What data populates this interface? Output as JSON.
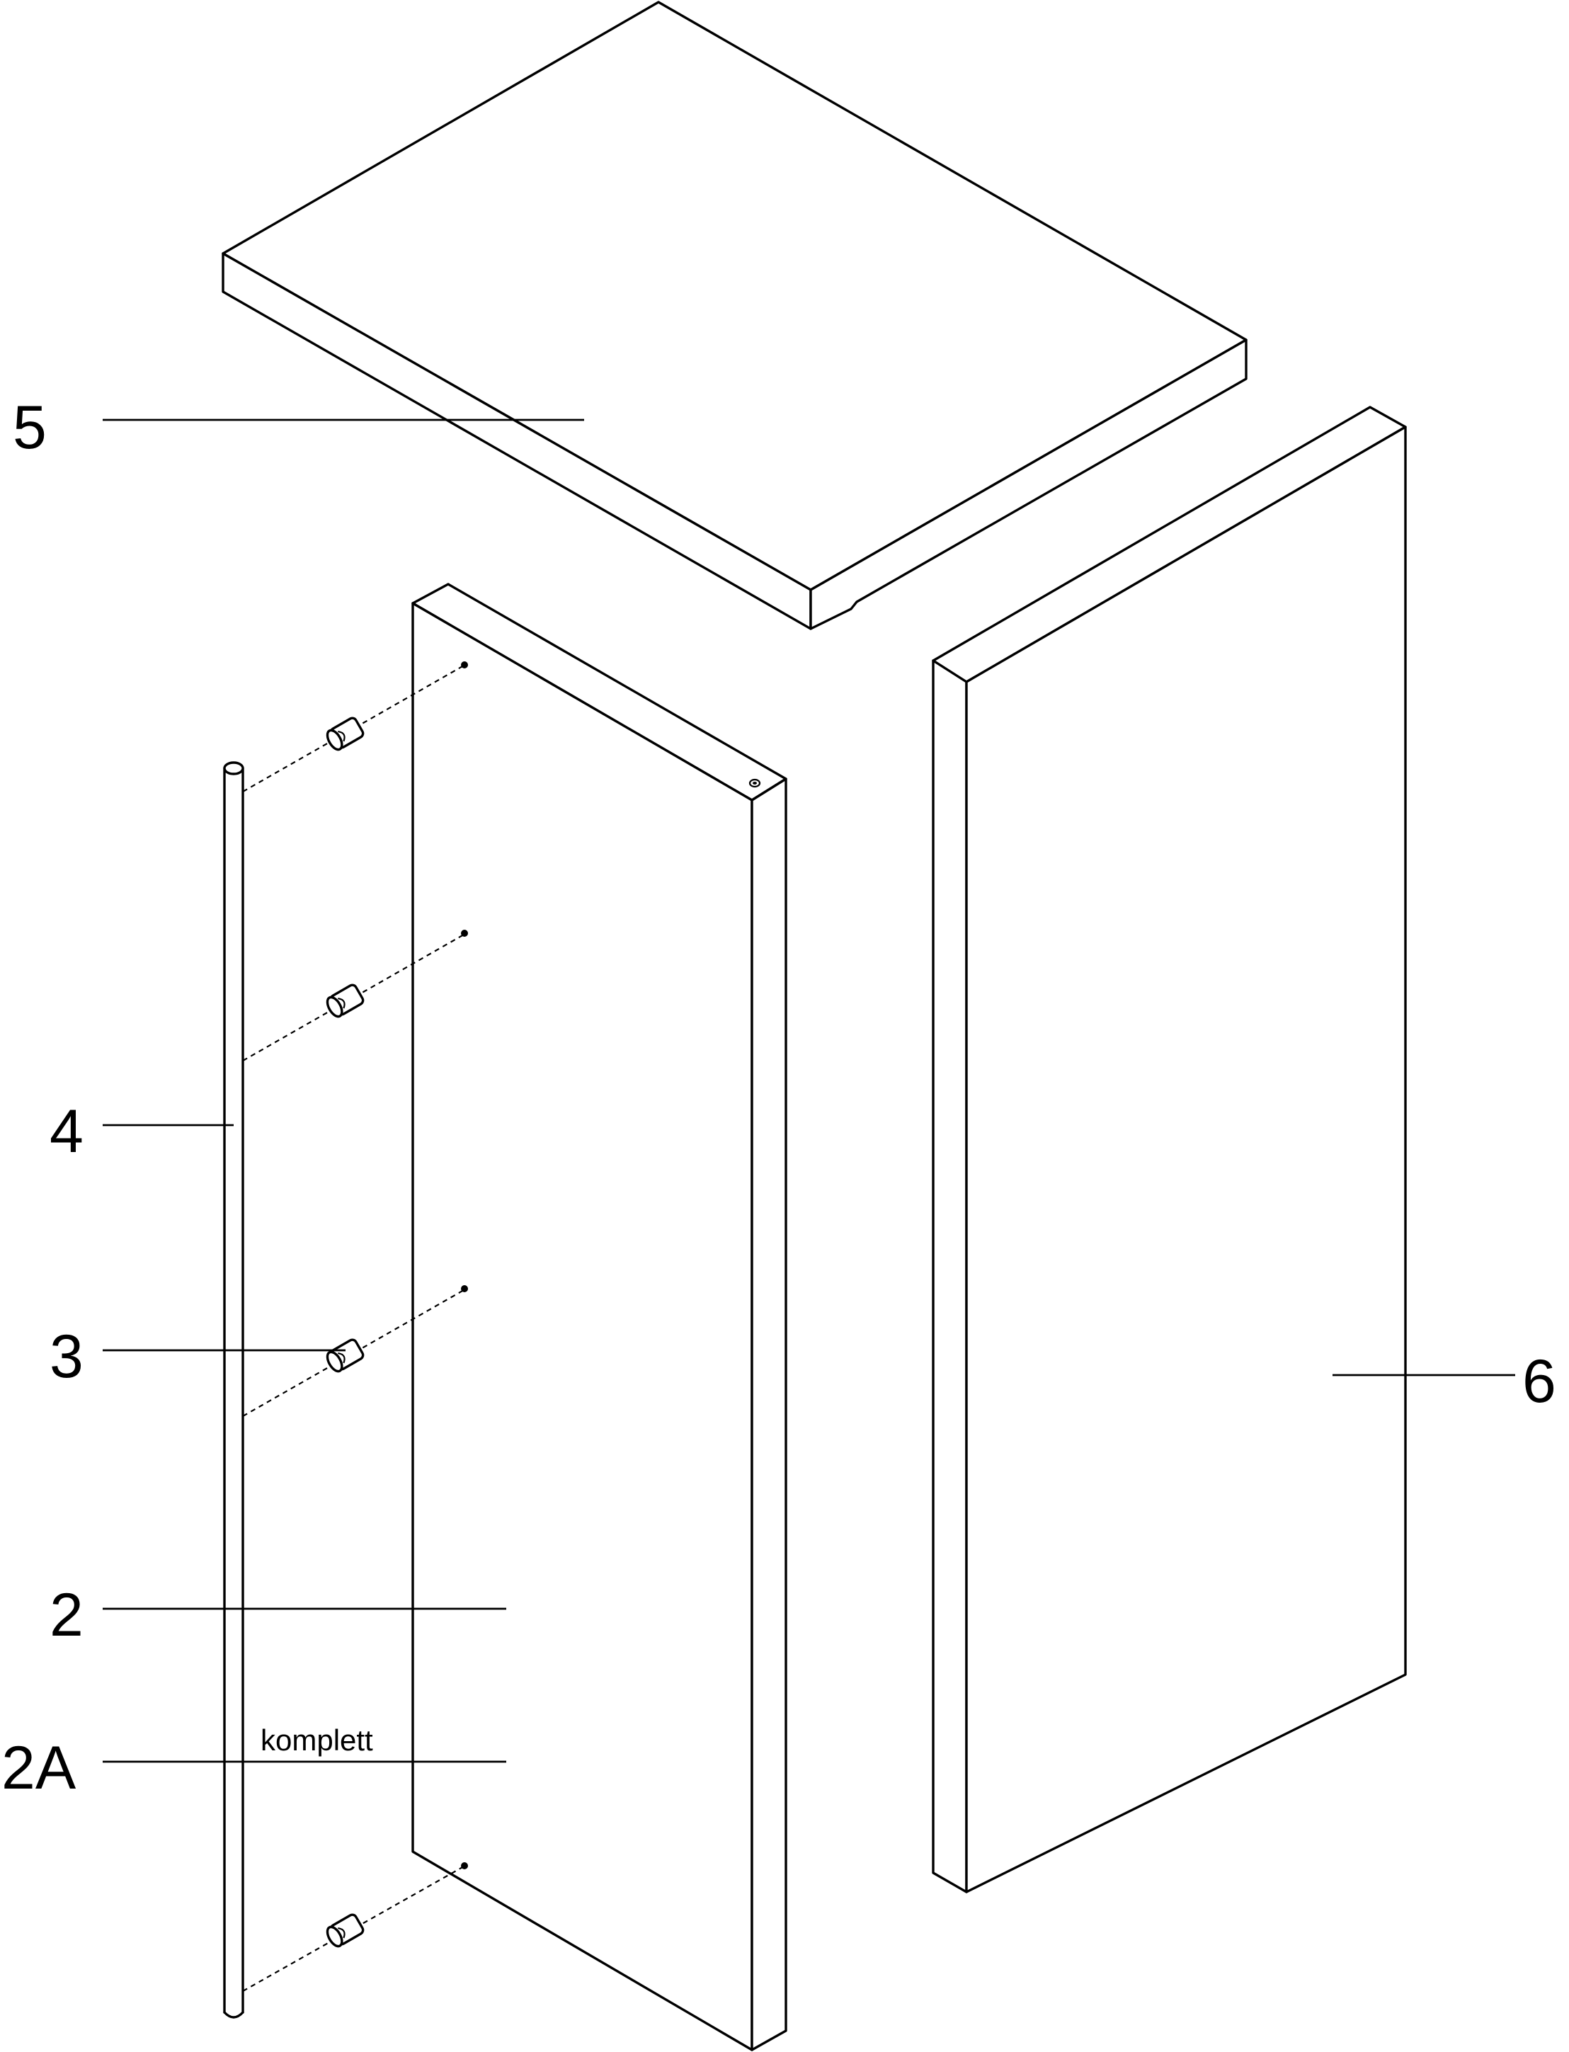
{
  "diagram": {
    "labels": {
      "part_5": "5",
      "part_4": "4",
      "part_3": "3",
      "part_2": "2",
      "part_2a": "2A",
      "part_6": "6"
    },
    "note_komplett": "komplett"
  }
}
